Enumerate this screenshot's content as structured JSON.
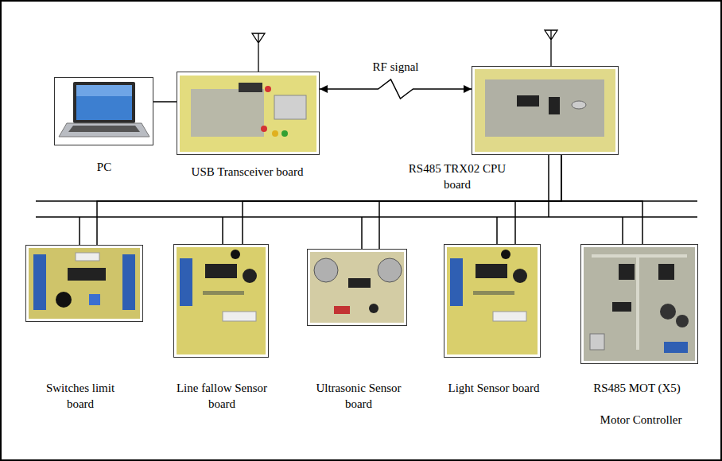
{
  "diagram": {
    "nodes": [
      {
        "text": [
          "PC"
        ]
      },
      {
        "text": [
          "USB Transceiver board"
        ]
      },
      {
        "text": [
          "RS485 TRX02 CPU board"
        ]
      },
      {
        "text": [
          "Switches limit board"
        ]
      },
      {
        "text": [
          "Line fallow Sensor board"
        ]
      },
      {
        "text": [
          "Ultrasonic Sensor board"
        ]
      },
      {
        "text": [
          "Light Sensor board"
        ]
      },
      {
        "text": [
          "RS485 MOT (X5)",
          "Motor Controller"
        ]
      }
    ],
    "edges": [
      {
        "from": 0,
        "to": 1,
        "arrow": "none"
      },
      {
        "from": 1,
        "to": 2,
        "label": "RF signal",
        "arrow": "both"
      },
      {
        "from": 2,
        "to": 3,
        "arrow": "none"
      },
      {
        "from": 2,
        "to": 4,
        "arrow": "none"
      },
      {
        "from": 2,
        "to": 5,
        "arrow": "none"
      },
      {
        "from": 2,
        "to": 6,
        "arrow": "none"
      },
      {
        "from": 2,
        "to": 7,
        "arrow": "none"
      }
    ]
  }
}
